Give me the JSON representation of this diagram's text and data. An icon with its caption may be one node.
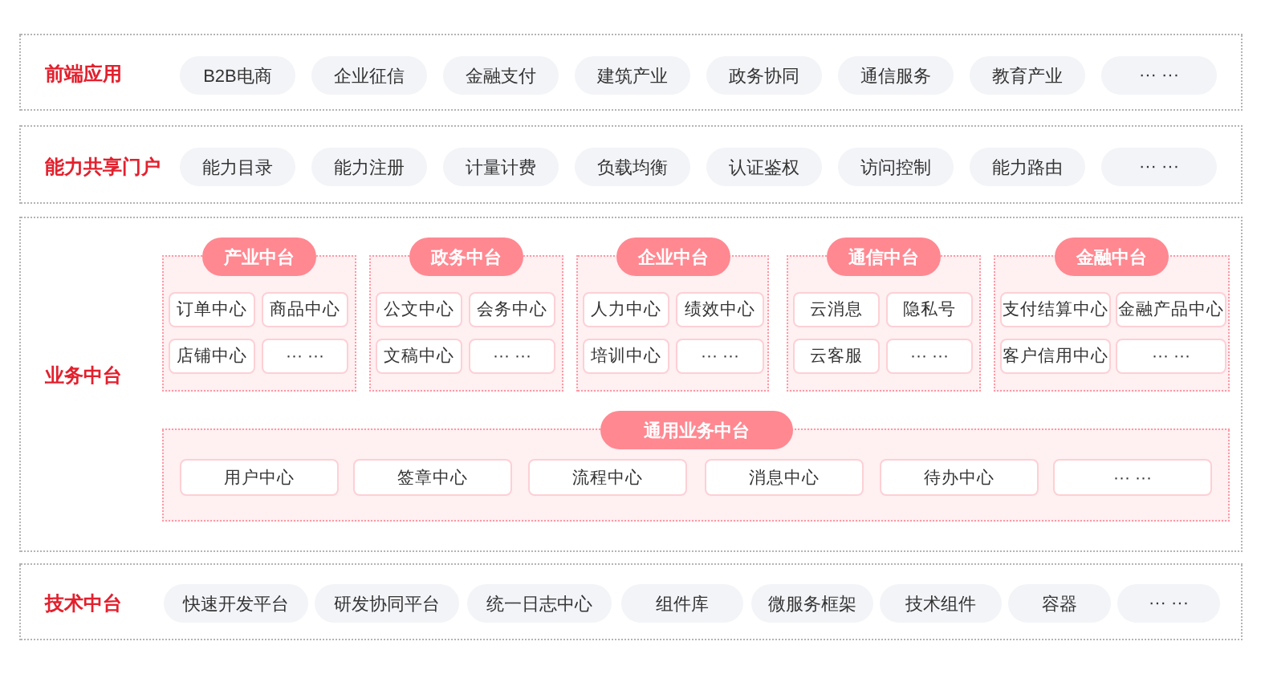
{
  "diagram": {
    "nodes": [
      {
        "text": [
          "前端应用"
        ]
      },
      {
        "text": [
          "B2B电商"
        ],
        "in": 0
      },
      {
        "text": [
          "企业征信"
        ],
        "in": 0
      },
      {
        "text": [
          "金融支付"
        ],
        "in": 0
      },
      {
        "text": [
          "建筑产业"
        ],
        "in": 0
      },
      {
        "text": [
          "政务协同"
        ],
        "in": 0
      },
      {
        "text": [
          "通信服务"
        ],
        "in": 0
      },
      {
        "text": [
          "教育产业"
        ],
        "in": 0
      },
      {
        "text": [
          "··· ···"
        ],
        "in": 0
      },
      {
        "text": [
          "能力共享门户"
        ]
      },
      {
        "text": [
          "能力目录"
        ],
        "in": 9
      },
      {
        "text": [
          "能力注册"
        ],
        "in": 9
      },
      {
        "text": [
          "计量计费"
        ],
        "in": 9
      },
      {
        "text": [
          "负载均衡"
        ],
        "in": 9
      },
      {
        "text": [
          "认证鉴权"
        ],
        "in": 9
      },
      {
        "text": [
          "访问控制"
        ],
        "in": 9
      },
      {
        "text": [
          "能力路由"
        ],
        "in": 9
      },
      {
        "text": [
          "··· ···"
        ],
        "in": 9
      },
      {
        "text": [
          "业务中台"
        ]
      },
      {
        "text": [
          "产业中台"
        ],
        "in": 18
      },
      {
        "text": [
          "订单中心"
        ],
        "in": 19
      },
      {
        "text": [
          "商品中心"
        ],
        "in": 19
      },
      {
        "text": [
          "店铺中心"
        ],
        "in": 19
      },
      {
        "text": [
          "··· ···"
        ],
        "in": 19
      },
      {
        "text": [
          "政务中台"
        ],
        "in": 18
      },
      {
        "text": [
          "公文中心"
        ],
        "in": 24
      },
      {
        "text": [
          "会务中心"
        ],
        "in": 24
      },
      {
        "text": [
          "文稿中心"
        ],
        "in": 24
      },
      {
        "text": [
          "··· ···"
        ],
        "in": 24
      },
      {
        "text": [
          "企业中台"
        ],
        "in": 18
      },
      {
        "text": [
          "人力中心"
        ],
        "in": 29
      },
      {
        "text": [
          "绩效中心"
        ],
        "in": 29
      },
      {
        "text": [
          "培训中心"
        ],
        "in": 29
      },
      {
        "text": [
          "··· ···"
        ],
        "in": 29
      },
      {
        "text": [
          "通信中台"
        ],
        "in": 18
      },
      {
        "text": [
          "云消息"
        ],
        "in": 34
      },
      {
        "text": [
          "隐私号"
        ],
        "in": 34
      },
      {
        "text": [
          "云客服"
        ],
        "in": 34
      },
      {
        "text": [
          "··· ···"
        ],
        "in": 34
      },
      {
        "text": [
          "金融中台"
        ],
        "in": 18
      },
      {
        "text": [
          "支付结算中心"
        ],
        "in": 39
      },
      {
        "text": [
          "金融产品中心"
        ],
        "in": 39
      },
      {
        "text": [
          "客户信用中心"
        ],
        "in": 39
      },
      {
        "text": [
          "··· ···"
        ],
        "in": 39
      },
      {
        "text": [
          "通用业务中台"
        ],
        "in": 18
      },
      {
        "text": [
          "用户中心"
        ],
        "in": 44
      },
      {
        "text": [
          "签章中心"
        ],
        "in": 44
      },
      {
        "text": [
          "流程中心"
        ],
        "in": 44
      },
      {
        "text": [
          "消息中心"
        ],
        "in": 44
      },
      {
        "text": [
          "待办中心"
        ],
        "in": 44
      },
      {
        "text": [
          "··· ···"
        ],
        "in": 44
      },
      {
        "text": [
          "技术中台"
        ]
      },
      {
        "text": [
          "快速开发平台"
        ],
        "in": 51
      },
      {
        "text": [
          "研发协同平台"
        ],
        "in": 51
      },
      {
        "text": [
          "统一日志中心"
        ],
        "in": 51
      },
      {
        "text": [
          "组件库"
        ],
        "in": 51
      },
      {
        "text": [
          "微服务框架"
        ],
        "in": 51
      },
      {
        "text": [
          "技术组件"
        ],
        "in": 51
      },
      {
        "text": [
          "容器"
        ],
        "in": 51
      },
      {
        "text": [
          "··· ···"
        ],
        "in": 51
      }
    ]
  }
}
